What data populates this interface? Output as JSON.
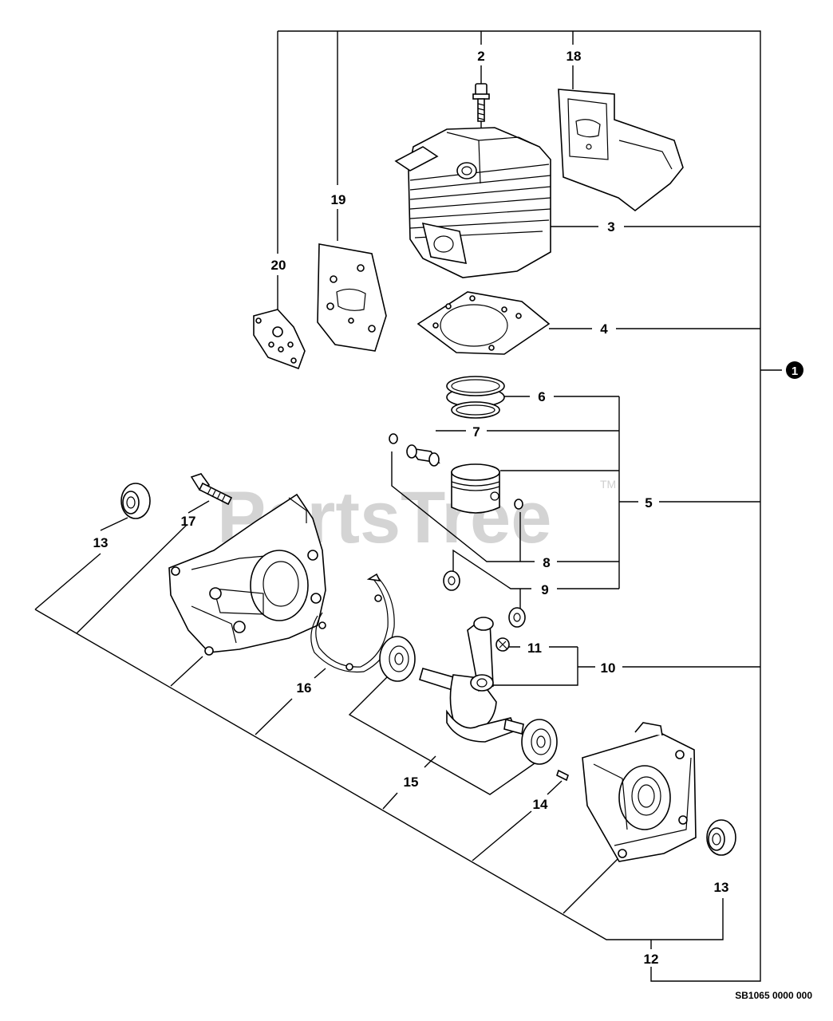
{
  "watermark": {
    "text": "PartsTree",
    "trademark": "TM"
  },
  "diagram_ref": "SB1065 0000 000",
  "assembly_marker": "1",
  "callouts": {
    "c2": "2",
    "c3": "3",
    "c4": "4",
    "c5": "5",
    "c6": "6",
    "c7": "7",
    "c8": "8",
    "c9": "9",
    "c10": "10",
    "c11": "11",
    "c12": "12",
    "c13a": "13",
    "c13b": "13",
    "c14": "14",
    "c15": "15",
    "c16": "16",
    "c17": "17",
    "c18": "18",
    "c19": "19",
    "c20": "20"
  }
}
